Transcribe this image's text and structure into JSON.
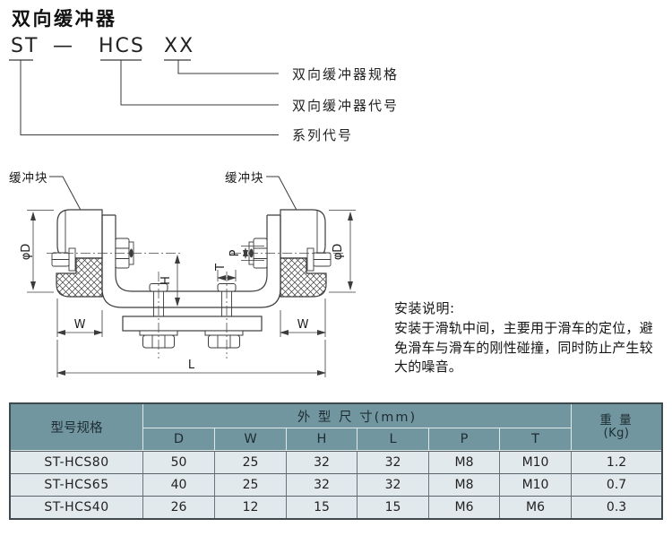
{
  "page": {
    "title": "双向缓冲器"
  },
  "model_code": {
    "series": "ST",
    "dash": "—",
    "code": "HCS",
    "spec": "XX",
    "labels": {
      "spec": "双向缓冲器规格",
      "code": "双向缓冲器代号",
      "series": "系列代号"
    }
  },
  "diagram": {
    "labels": {
      "buffer_block_left": "缓冲块",
      "buffer_block_right": "缓冲块"
    },
    "dims": {
      "d": "φD",
      "w": "W",
      "h": "H",
      "l": "L",
      "p": "P",
      "t": "T"
    }
  },
  "install": {
    "heading": "安装说明:",
    "line1": "安装于滑轨中间，主要用于滑车的定位，避",
    "line2": "免滑车与滑车的刚性碰撞，同时防止产生较",
    "line3": "大的噪音。"
  },
  "table": {
    "col_model": "型号规格",
    "col_dims": "外 型 尺 寸(mm)",
    "col_weight_line1": "重 量",
    "col_weight_line2": "(Kg)",
    "dim_headers": [
      "D",
      "W",
      "H",
      "L",
      "P",
      "T"
    ],
    "rows": [
      {
        "model": "ST-HCS80",
        "d": "50",
        "w": "25",
        "h": "32",
        "l": "32",
        "p": "M8",
        "t": "M10",
        "kg": "1.2"
      },
      {
        "model": "ST-HCS65",
        "d": "40",
        "w": "25",
        "h": "32",
        "l": "32",
        "p": "M8",
        "t": "M10",
        "kg": "0.7"
      },
      {
        "model": "ST-HCS40",
        "d": "26",
        "w": "12",
        "h": "15",
        "l": "15",
        "p": "M6",
        "t": "M6",
        "kg": "0.3"
      }
    ],
    "colors": {
      "header_bg": "#72969f",
      "row_bg": "#e2e9ec",
      "outer_border": "#3f4a4e"
    }
  }
}
